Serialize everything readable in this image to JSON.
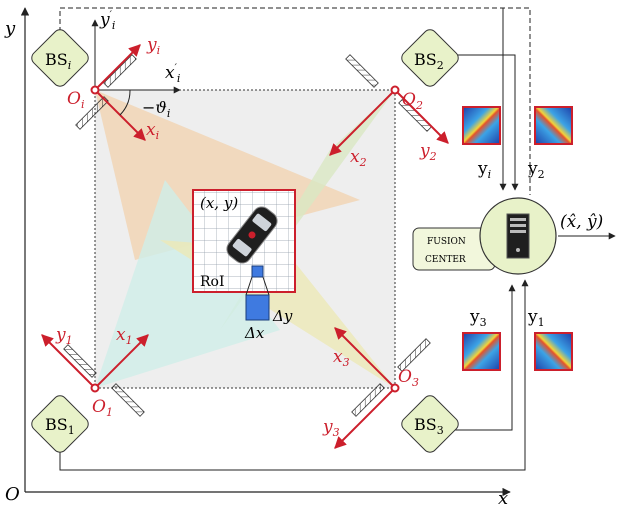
{
  "axes": {
    "origin": "O",
    "x": "x",
    "y": "y"
  },
  "stations": [
    {
      "id": "BSi",
      "base": "BS",
      "sub": "i",
      "origin": "O",
      "origin_sub": "i",
      "x_axis": "x",
      "x_sub": "i",
      "y_axis": "y",
      "y_sub": "i"
    },
    {
      "id": "BS2",
      "base": "BS",
      "sub": "2",
      "origin": "O",
      "origin_sub": "2",
      "x_axis": "x",
      "x_sub": "2",
      "y_axis": "y",
      "y_sub": "2"
    },
    {
      "id": "BS1",
      "base": "BS",
      "sub": "1",
      "origin": "O",
      "origin_sub": "1",
      "x_axis": "x",
      "x_sub": "1",
      "y_axis": "y",
      "y_sub": "1"
    },
    {
      "id": "BS3",
      "base": "BS",
      "sub": "3",
      "origin": "O",
      "origin_sub": "3",
      "x_axis": "x",
      "x_sub": "3",
      "y_axis": "y",
      "y_sub": "3"
    }
  ],
  "local_axes": {
    "x_prime": "x",
    "x_prime_sub": "i",
    "y_prime": "y",
    "y_prime_sub": "i",
    "angle": "−ϑ",
    "angle_sub": "i"
  },
  "roi": {
    "label": "RoI",
    "coord": "(x, y)",
    "dx": "Δx",
    "dy": "Δy"
  },
  "fusion": {
    "line1": "FUSION",
    "line2": "CENTER",
    "output": "(x̂, ŷ)"
  },
  "signals": [
    {
      "label": "y",
      "sub": "i"
    },
    {
      "label": "y",
      "sub": "2"
    },
    {
      "label": "y",
      "sub": "3"
    },
    {
      "label": "y",
      "sub": "1"
    }
  ],
  "colors": {
    "red": "#cc1f2c",
    "bs_fill": "#e8f2c9",
    "fusion_fill": "#f2f7dc",
    "dark": "#222222"
  }
}
